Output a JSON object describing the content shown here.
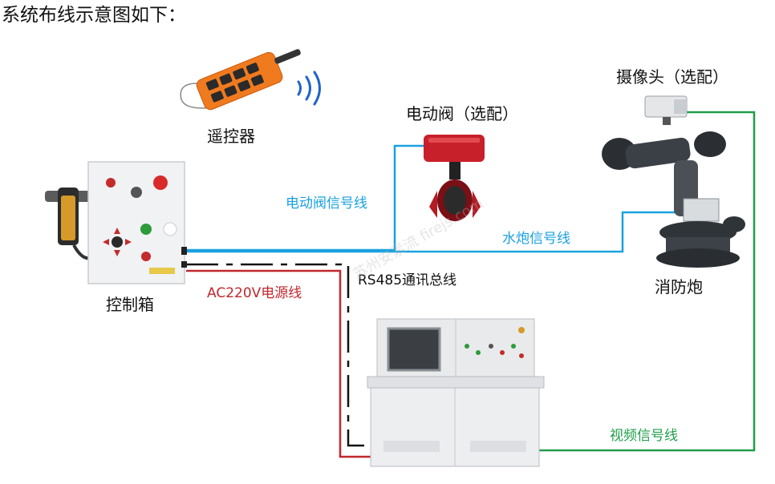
{
  "heading": "系统布线示意图如下：",
  "devices": {
    "remote": "遥控器",
    "valve": "电动阀（选配）",
    "camera": "摄像头（选配）",
    "control_box": "控制箱",
    "cannon": "消防炮"
  },
  "wires": {
    "valve_signal": "电动阀信号线",
    "cannon_signal": "水炮信号线",
    "power": "AC220V电源线",
    "rs485": "RS485通讯总线",
    "video": "视频信号线"
  },
  "watermark": "苏州安素流 firejs.com",
  "colors": {
    "signal_blue": "#1aa1e0",
    "power_red": "#c1272d",
    "video_green": "#1f9d4a",
    "bus_black": "#111111",
    "valve_red": "#c8202a",
    "remote_orange": "#f07a1e"
  }
}
